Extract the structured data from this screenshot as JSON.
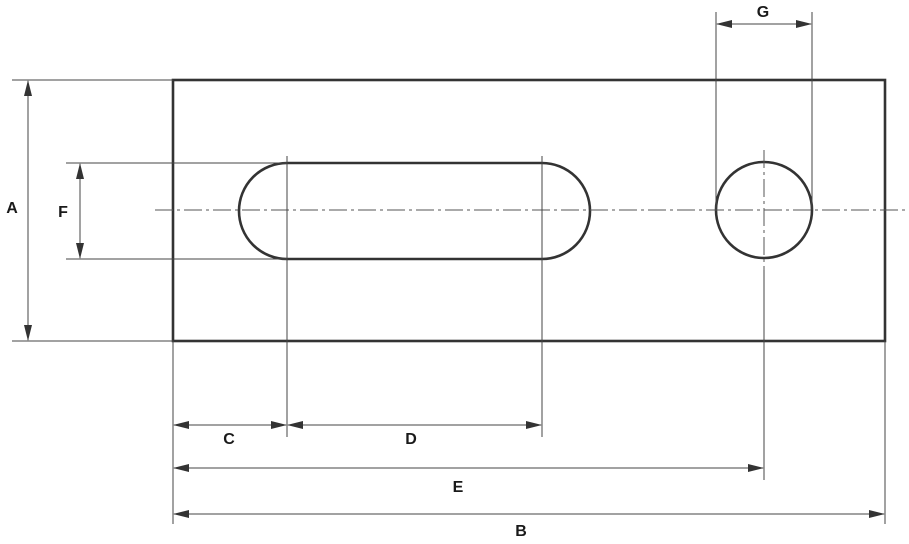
{
  "dimension_labels": {
    "a": "A",
    "b": "B",
    "c": "C",
    "d": "D",
    "e": "E",
    "f": "F",
    "g": "G"
  },
  "colors": {
    "line": "#333333",
    "background": "#ffffff"
  }
}
